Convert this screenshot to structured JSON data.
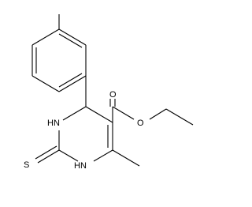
{
  "structure": {
    "atom_labels": {
      "n1": "HN",
      "n3": "HN",
      "s": "S",
      "o_carbonyl": "O",
      "o_ester": "O"
    },
    "colors": {
      "background": "#ffffff",
      "ink": "#000000"
    }
  }
}
